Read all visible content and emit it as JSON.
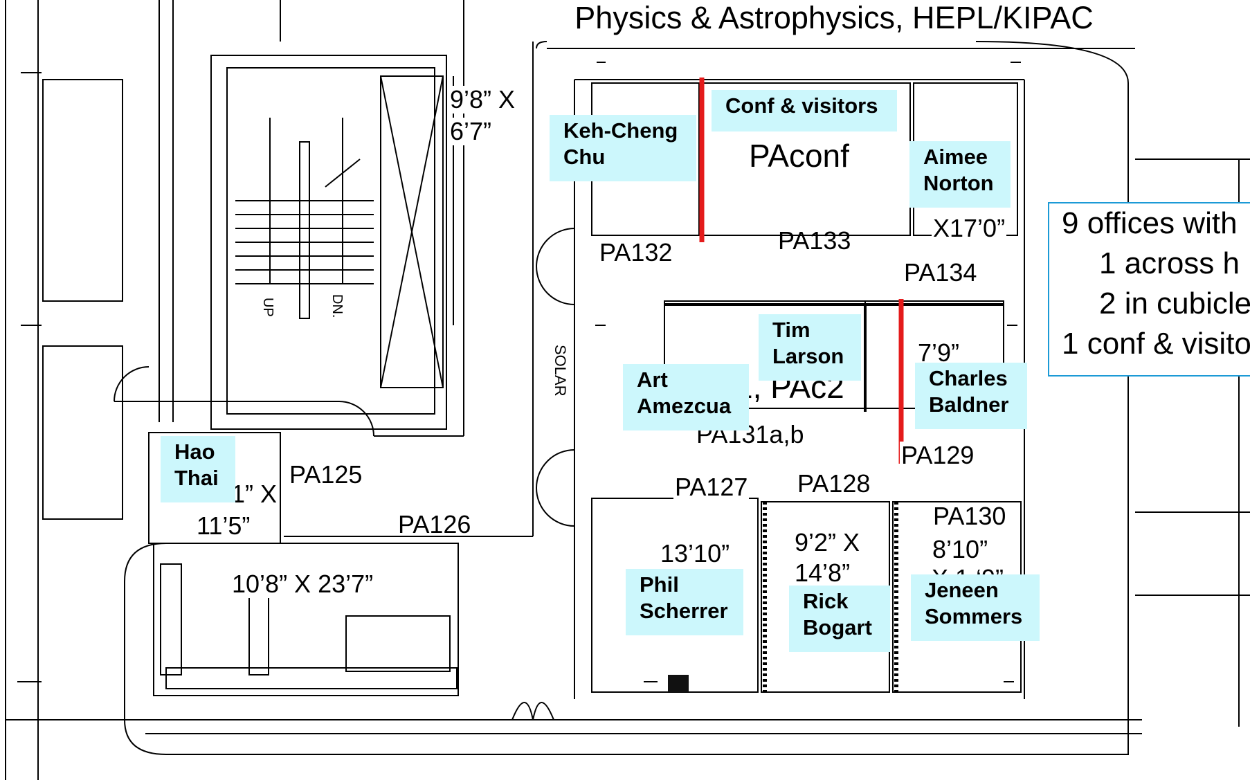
{
  "title": "Physics & Astrophysics, HEPL/KIPAC",
  "rooms": {
    "pa132": "PA132",
    "pa133": "PA133",
    "pa134": "PA134",
    "pa131": "PA131a,b",
    "pa129": "PA129",
    "pa125": "PA125",
    "pa126": "PA126",
    "pa127": "PA127",
    "pa128": "PA128",
    "pa130": "PA130",
    "paconf": "PAconf",
    "pac2": "1, PAc2"
  },
  "dimensions": {
    "stair_w": "9’8” X",
    "stair_h": "6’7”",
    "pa134_dim": "X17’0”",
    "pa129_dim": "7’9”",
    "pa125_dim_a": "1” X",
    "pa125_dim_b": "11’5”",
    "pa126_dim": "10’8” X 23’7”",
    "pa127_dim": "13’10”",
    "pa128_dim_a": "9’2” X",
    "pa128_dim_b": "14’8”",
    "pa130_dim_a": "8’10”",
    "pa130_dim_b": "X 1 ‘9”"
  },
  "plan_text": {
    "up": "UP",
    "dn": "DN.",
    "solar": "SOLAR"
  },
  "occupants": [
    {
      "line1": "Keh-Cheng",
      "line2": "Chu"
    },
    {
      "line1": "Conf & visitors",
      "line2": ""
    },
    {
      "line1": "Aimee",
      "line2": "Norton"
    },
    {
      "line1": "Tim",
      "line2": "Larson"
    },
    {
      "line1": "Art",
      "line2": "Amezcua"
    },
    {
      "line1": "Charles",
      "line2": "Baldner"
    },
    {
      "line1": "Hao",
      "line2": "Thai"
    },
    {
      "line1": "Phil",
      "line2": "Scherrer"
    },
    {
      "line1": "Rick",
      "line2": "Bogart"
    },
    {
      "line1": "Jeneen",
      "line2": "Sommers"
    }
  ],
  "note": {
    "line1": "9 offices with",
    "line2": "1 across h",
    "line3": "2 in cubicle",
    "line4": "1 conf & visito"
  },
  "colors": {
    "name_bg": "#ccf7fc",
    "divider": "#e41b1b",
    "note_border": "#1c9ad6"
  }
}
